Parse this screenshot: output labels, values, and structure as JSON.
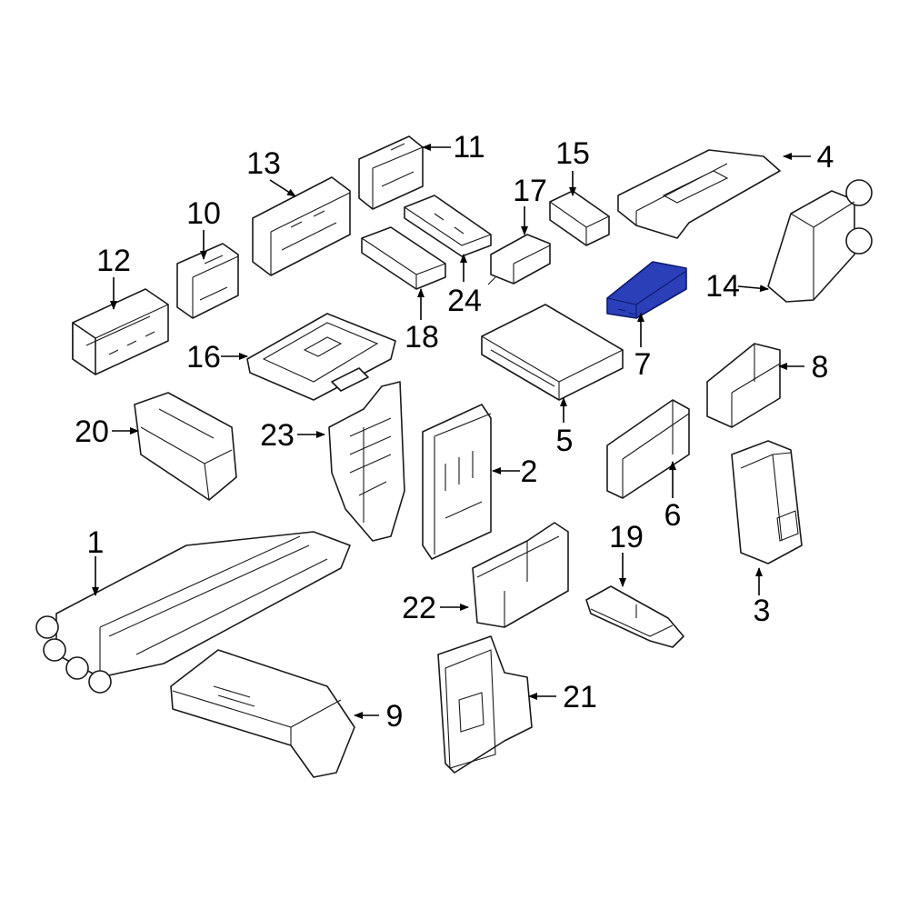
{
  "colors": {
    "line": "#1a1a1a",
    "highlight": "#2b3fb8",
    "background": "#ffffff"
  },
  "callouts": [
    {
      "id": "1",
      "label": "1"
    },
    {
      "id": "2",
      "label": "2"
    },
    {
      "id": "3",
      "label": "3"
    },
    {
      "id": "4",
      "label": "4"
    },
    {
      "id": "5",
      "label": "5"
    },
    {
      "id": "6",
      "label": "6"
    },
    {
      "id": "7",
      "label": "7"
    },
    {
      "id": "8",
      "label": "8"
    },
    {
      "id": "9",
      "label": "9"
    },
    {
      "id": "10",
      "label": "10"
    },
    {
      "id": "11",
      "label": "11"
    },
    {
      "id": "12",
      "label": "12"
    },
    {
      "id": "13",
      "label": "13"
    },
    {
      "id": "14",
      "label": "14"
    },
    {
      "id": "15",
      "label": "15"
    },
    {
      "id": "16",
      "label": "16"
    },
    {
      "id": "17",
      "label": "17"
    },
    {
      "id": "18",
      "label": "18"
    },
    {
      "id": "19",
      "label": "19"
    },
    {
      "id": "20",
      "label": "20"
    },
    {
      "id": "21",
      "label": "21"
    },
    {
      "id": "22",
      "label": "22"
    },
    {
      "id": "23",
      "label": "23"
    },
    {
      "id": "24",
      "label": "24"
    }
  ],
  "highlighted_part": "7"
}
